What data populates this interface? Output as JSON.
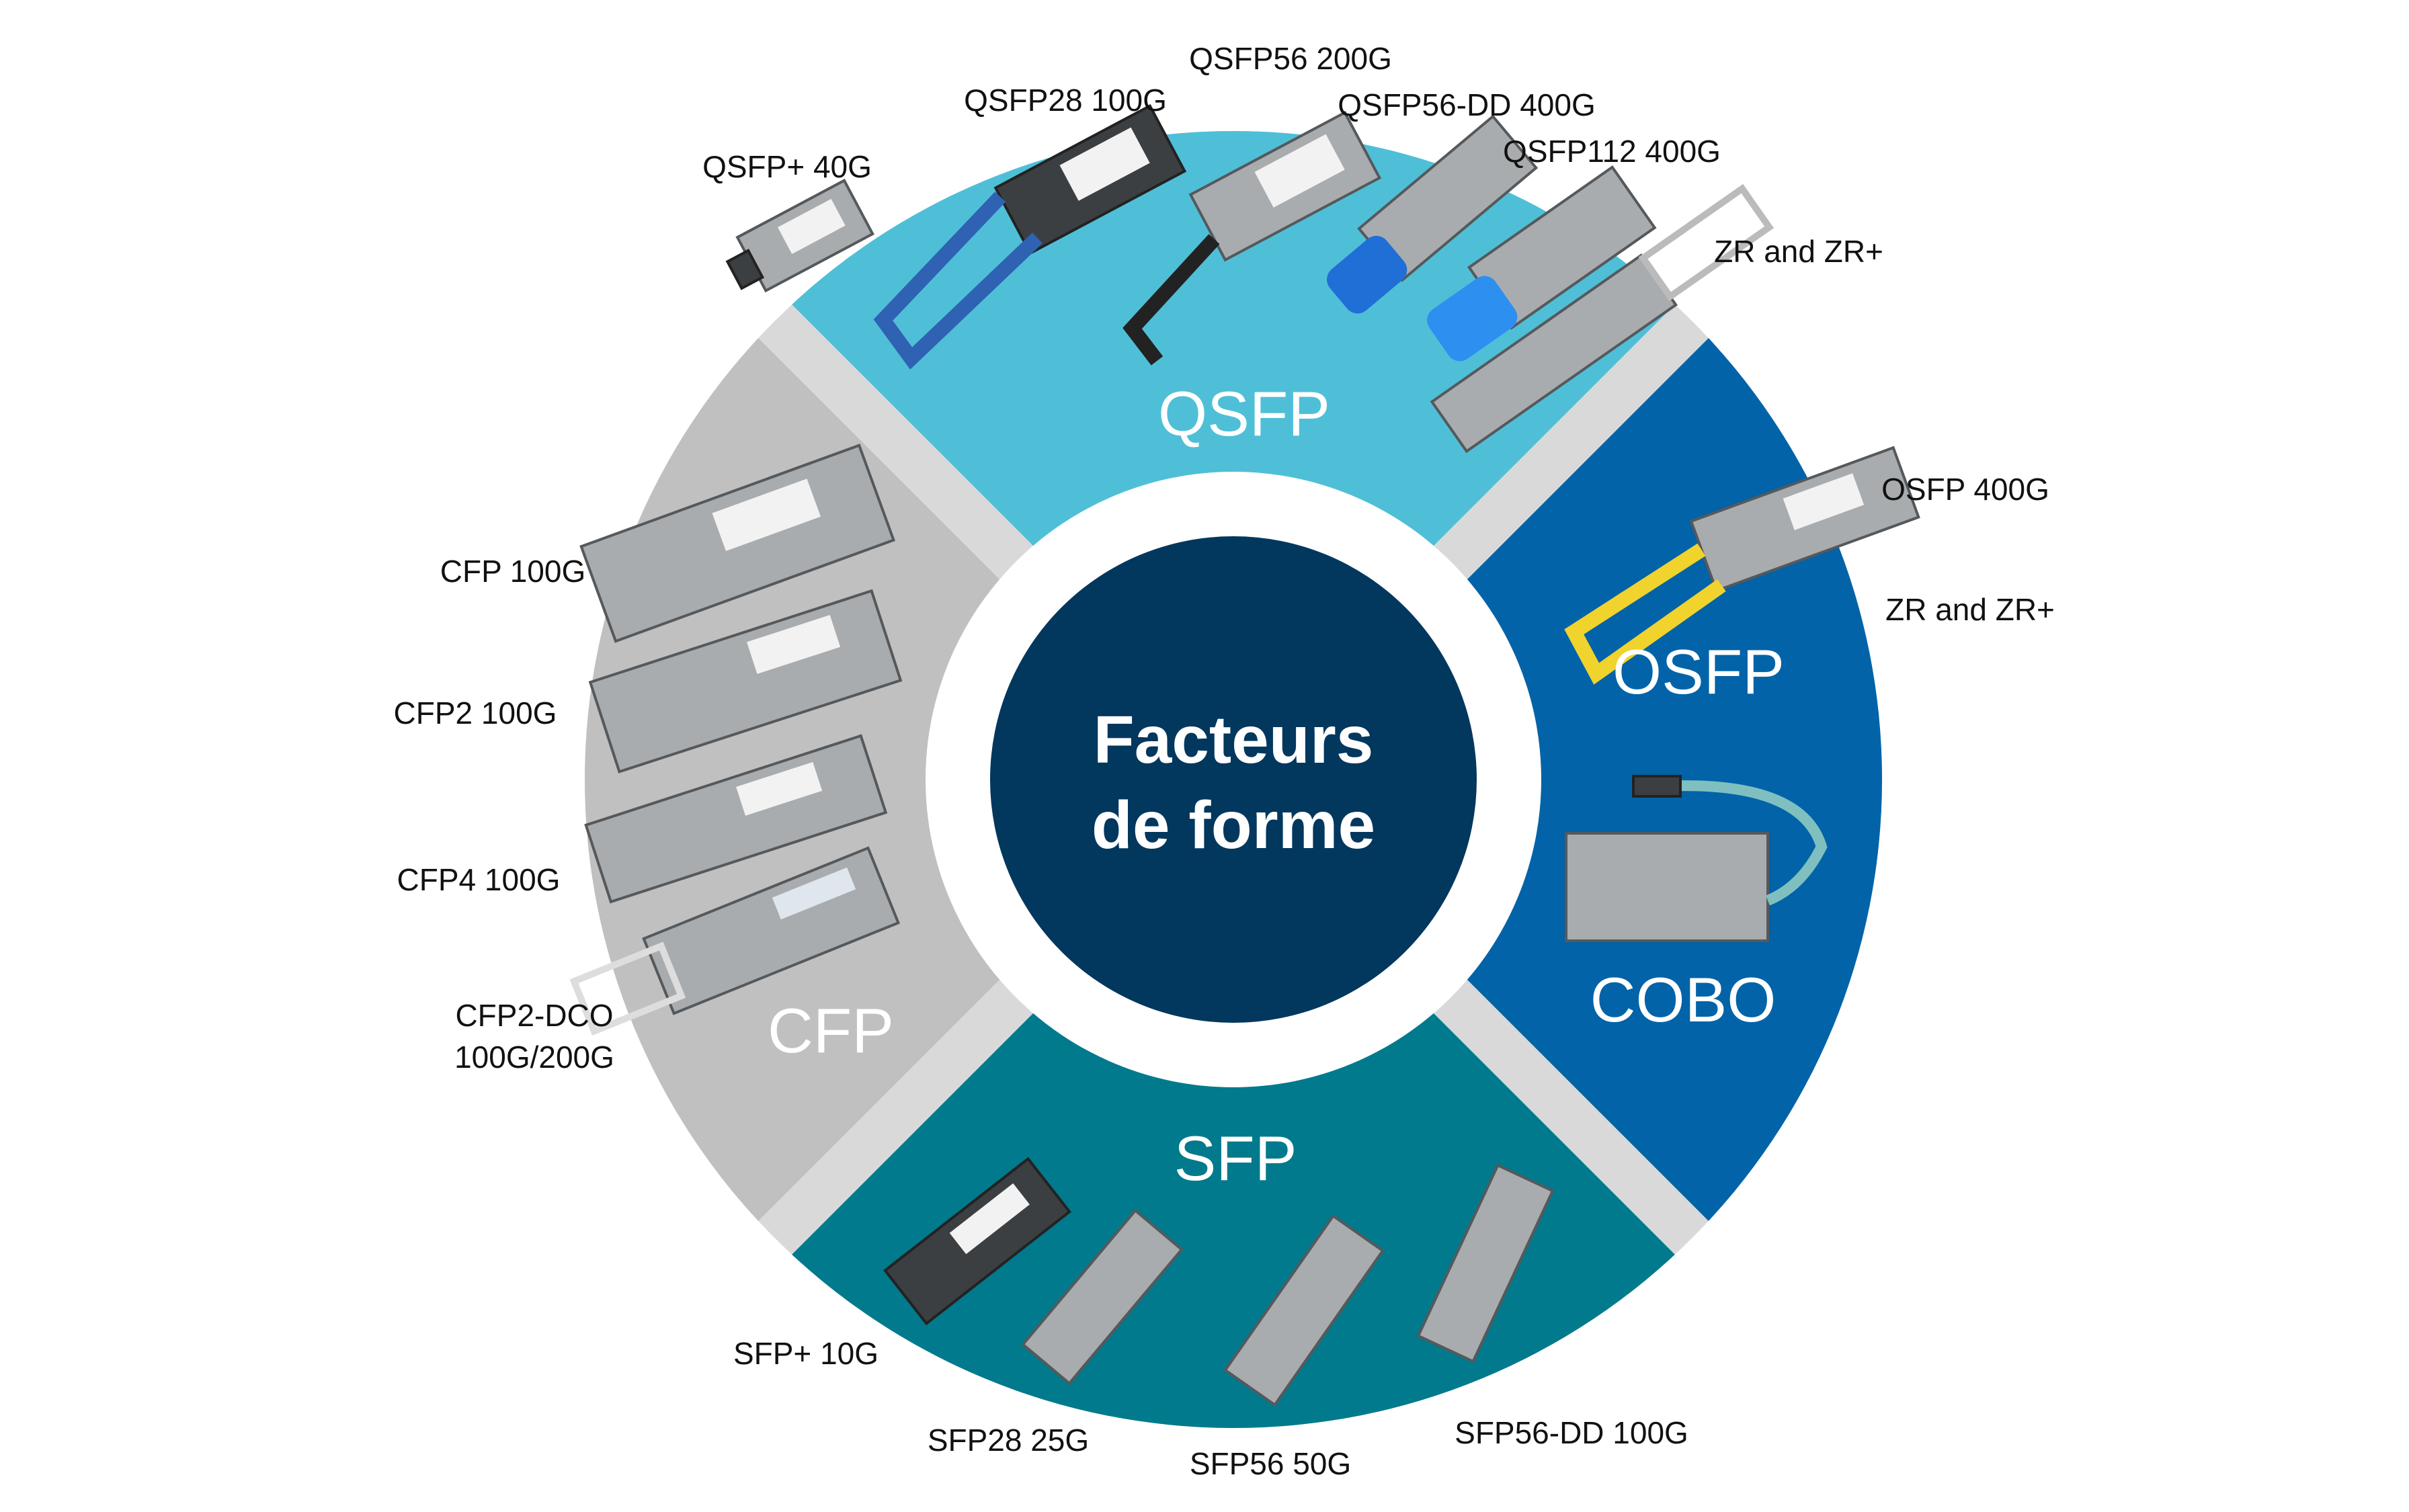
{
  "title": {
    "line1": "Facteurs",
    "line2": "de forme"
  },
  "segments": {
    "qsfp": {
      "label": "QSFP",
      "color": "#4fbfd8"
    },
    "osfp": {
      "label": "OSFP",
      "color": "#0263a8"
    },
    "cobo": {
      "label": "COBO"
    },
    "sfp": {
      "label": "SFP",
      "color": "#007a8c"
    },
    "cfp": {
      "label": "CFP",
      "color": "#c0c0c0"
    }
  },
  "colors": {
    "center": "#02375e",
    "gap": "#d9d9d9"
  },
  "modules": {
    "qsfp": [
      "QSFP+ 40G",
      "QSFP28 100G",
      "QSFP56 200G",
      "QSFP56-DD 400G",
      "QSFP112 400G",
      "ZR and ZR+"
    ],
    "osfp": [
      "OSFP 400G",
      "ZR and ZR+"
    ],
    "cfp": [
      "CFP 100G",
      "CFP2 100G",
      "CFP4 100G",
      "CFP2-DCO",
      "100G/200G"
    ],
    "sfp": [
      "SFP+ 10G",
      "SFP28 25G",
      "SFP56 50G",
      "SFP56-DD 100G"
    ]
  }
}
